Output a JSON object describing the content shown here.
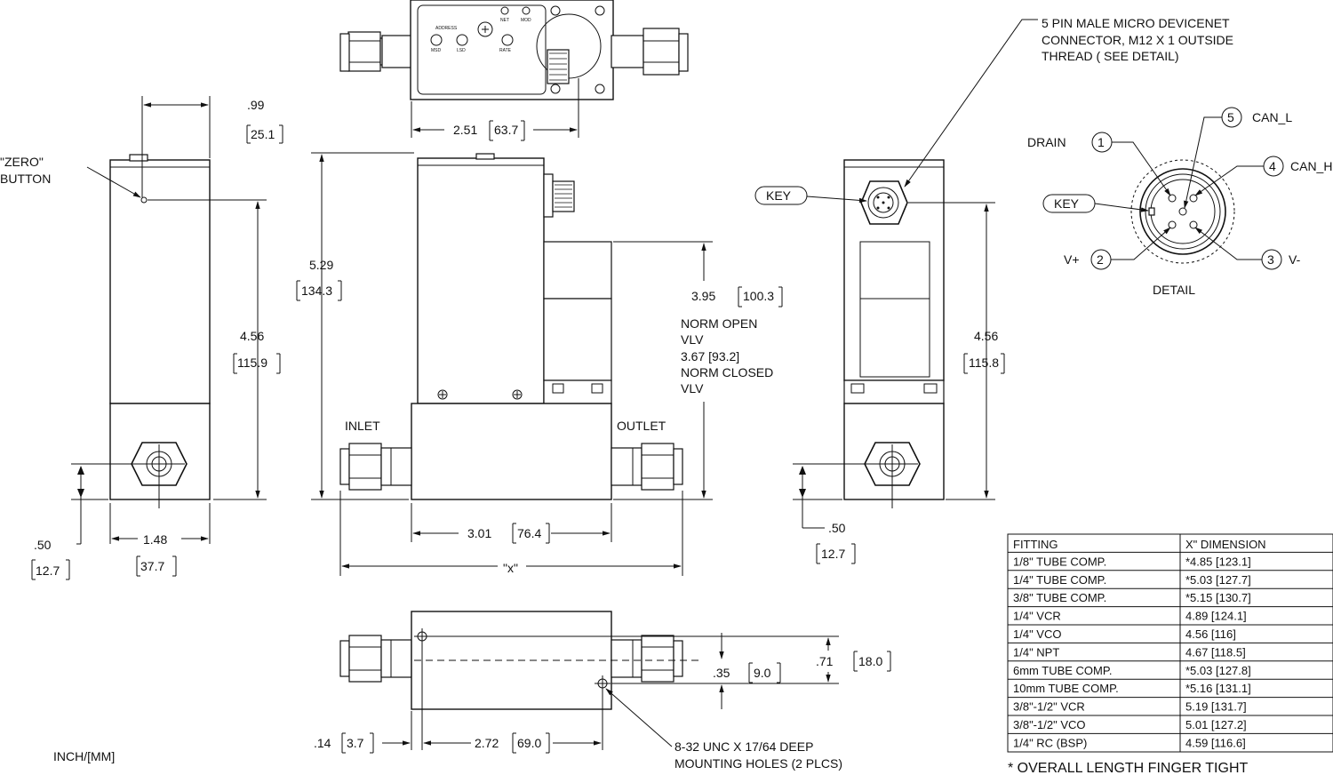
{
  "units_note": "INCH/[MM]",
  "left_view": {
    "zero_button": [
      "\"ZERO\"",
      "BUTTON"
    ],
    "dim_top": ".99",
    "dim_top_mm": "25.1",
    "dim_height": "4.56",
    "dim_height_mm": "115.9",
    "dim_port": ".50",
    "dim_port_mm": "12.7",
    "dim_width": "1.48",
    "dim_width_mm": "37.7"
  },
  "top_view": {
    "labels": {
      "address": "ADDRESS",
      "net": "NET",
      "mod": "MOD",
      "msd": "MSD",
      "lsd": "LSD",
      "rate": "RATE"
    },
    "dim_width": "2.51",
    "dim_width_mm": "63.7"
  },
  "front_view": {
    "dim_total_h": "5.29",
    "dim_total_h_mm": "134.3",
    "dim_valve_h": "3.95",
    "dim_valve_h_mm": "100.3",
    "valve_notes": [
      "NORM OPEN",
      "VLV",
      "3.67 [93.2]",
      "NORM CLOSED",
      "VLV"
    ],
    "inlet": "INLET",
    "outlet": "OUTLET",
    "dim_base": "3.01",
    "dim_base_mm": "76.4",
    "dim_x": "\"x\""
  },
  "bottom_view": {
    "dim_offset": ".14",
    "dim_offset_mm": "3.7",
    "dim_holes": "2.72",
    "dim_holes_mm": "69.0",
    "dim_hole_y": ".35",
    "dim_hole_y_mm": "9.0",
    "dim_depth": ".71",
    "dim_depth_mm": "18.0",
    "holes_note": [
      "8-32 UNC X 17/64 DEEP",
      "MOUNTING HOLES (2 PLCS)"
    ]
  },
  "right_view": {
    "connector_note": [
      "5 PIN MALE MICRO DEVICENET",
      "CONNECTOR, M12 X 1 OUTSIDE",
      "THREAD ( SEE DETAIL)"
    ],
    "key": "KEY",
    "dim_height": "4.56",
    "dim_height_mm": "115.8",
    "dim_port": ".50",
    "dim_port_mm": "12.7"
  },
  "detail": {
    "title": "DETAIL",
    "key": "KEY",
    "pins": [
      {
        "num": "1",
        "name": "DRAIN"
      },
      {
        "num": "2",
        "name": "V+"
      },
      {
        "num": "3",
        "name": "V-"
      },
      {
        "num": "4",
        "name": "CAN_H"
      },
      {
        "num": "5",
        "name": "CAN_L"
      }
    ]
  },
  "fitting_table": {
    "headers": [
      "FITTING",
      "X\" DIMENSION"
    ],
    "rows": [
      [
        "1/8\" TUBE COMP.",
        "*4.85 [123.1]"
      ],
      [
        "1/4\" TUBE COMP.",
        "*5.03 [127.7]"
      ],
      [
        "3/8\" TUBE COMP.",
        "*5.15 [130.7]"
      ],
      [
        "1/4\" VCR",
        "4.89 [124.1]"
      ],
      [
        "1/4\" VCO",
        "4.56 [116]"
      ],
      [
        "1/4\" NPT",
        "4.67 [118.5]"
      ],
      [
        "6mm TUBE COMP.",
        "*5.03 [127.8]"
      ],
      [
        "10mm TUBE COMP.",
        "*5.16 [131.1]"
      ],
      [
        "3/8\"-1/2\" VCR",
        "5.19 [131.7]"
      ],
      [
        "3/8\"-1/2\" VCO",
        "5.01 [127.2]"
      ],
      [
        "1/4\" RC (BSP)",
        "4.59 [116.6]"
      ]
    ],
    "footnote": "* OVERALL LENGTH FINGER TIGHT"
  }
}
